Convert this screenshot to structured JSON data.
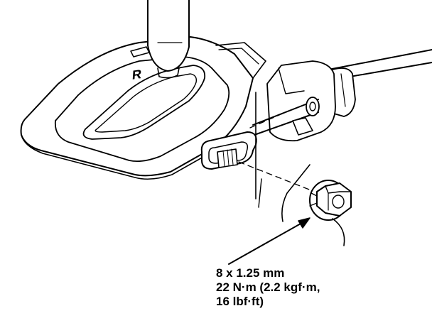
{
  "shift_position_label": "R",
  "callout": {
    "line1": "8 x 1.25 mm",
    "line2": "22 N·m (2.2 kgf·m,",
    "line3": "16 lbf·ft)"
  },
  "colors": {
    "line": "#000000",
    "fill": "#ffffff"
  }
}
